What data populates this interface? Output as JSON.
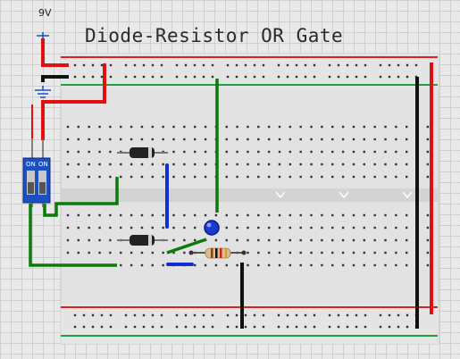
{
  "title": "Diode-Resistor OR Gate",
  "supply": {
    "label": "9V"
  },
  "switch": {
    "position_labels": [
      "ON",
      "ON"
    ]
  },
  "colors": {
    "wire_red": "#e01010",
    "wire_black": "#111111",
    "wire_green": "#0a7a0a",
    "wire_blue": "#1030d0",
    "rail_red_line": "#e02020",
    "rail_green_line": "#20a040",
    "board": "#e0e0e0",
    "hole": "#333333",
    "dip_body": "#1c4fc0",
    "led": "#1c3ad0"
  },
  "icons": [
    "battery-plus-icon",
    "ground-icon",
    "dip-switch-icon",
    "diode-icon",
    "resistor-icon",
    "led-icon"
  ]
}
